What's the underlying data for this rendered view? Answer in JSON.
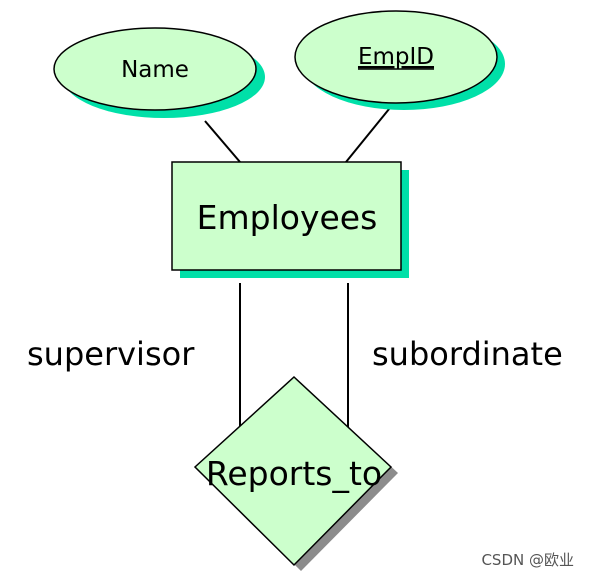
{
  "colors": {
    "fill": "#ccffcc",
    "shadow": "#00e0a8",
    "diamond_shadow": "#8c8c8c",
    "stroke": "#000000"
  },
  "attributes": {
    "name": "Name",
    "empid": "EmpID"
  },
  "entity": {
    "label": "Employees"
  },
  "relationship": {
    "label": "Reports_to"
  },
  "roles": {
    "left": "supervisor",
    "right": "subordinate"
  },
  "watermark": "CSDN @欧业"
}
